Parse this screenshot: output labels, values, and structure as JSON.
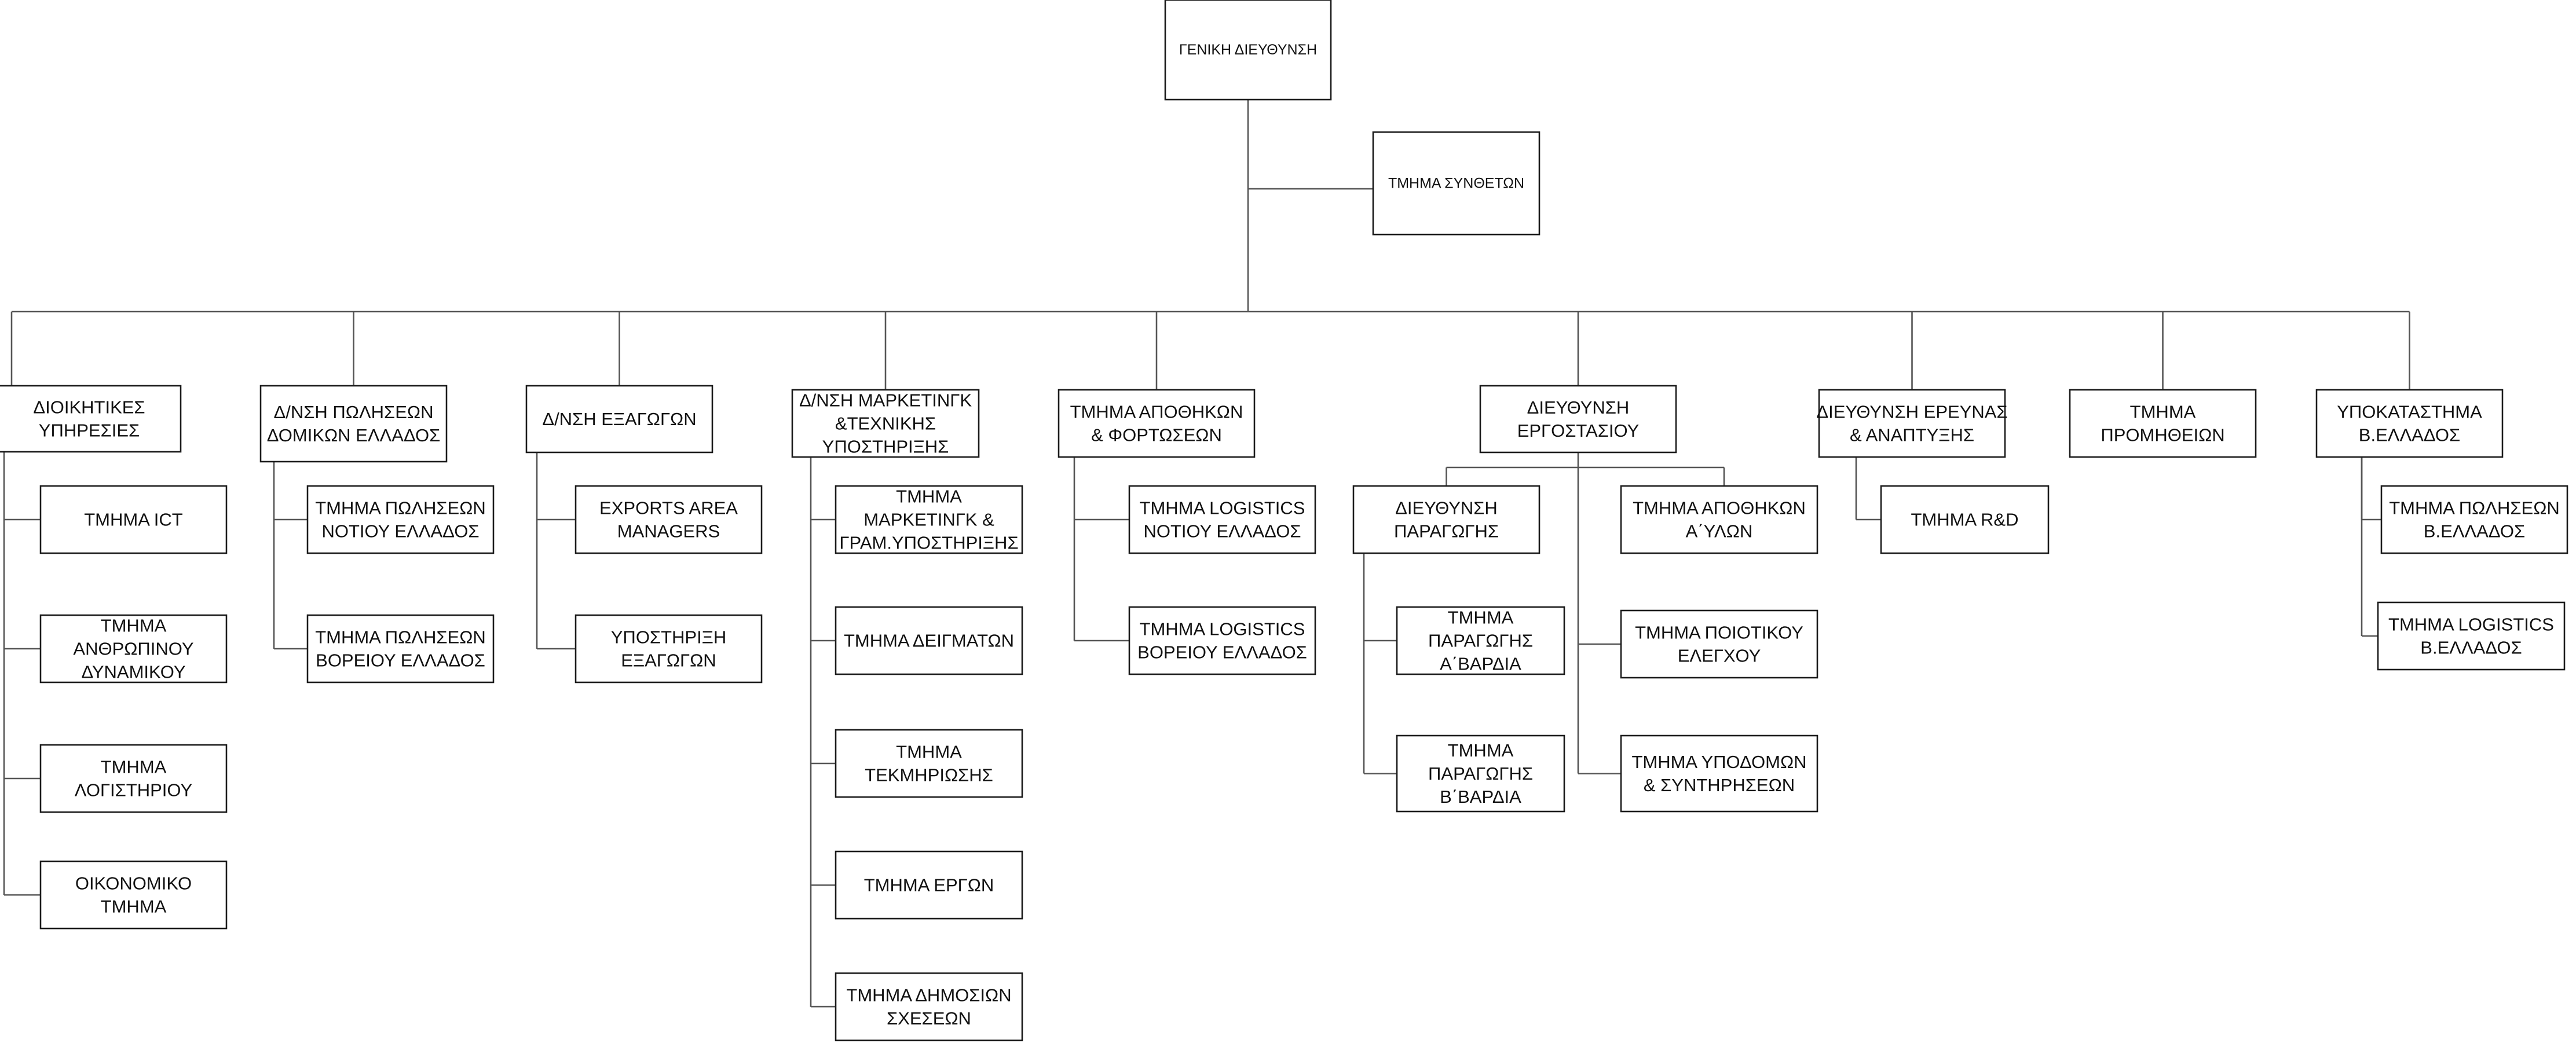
{
  "org_chart": {
    "root": {
      "lines": [
        "ΓΕΝΙΚΗ ΔΙΕΥΘΥΝΣΗ"
      ]
    },
    "staff": {
      "lines": [
        "ΤΜΗΜΑ ΣΥΝΘΕΤΩΝ"
      ]
    },
    "divisions": [
      {
        "id": "admin",
        "lines": [
          "ΔΙΟΙΚΗΤΙΚΕΣ",
          "ΥΠΗΡΕΣΙΕΣ"
        ],
        "children": [
          {
            "lines": [
              "ΤΜΗΜΑ ICT"
            ]
          },
          {
            "lines": [
              "ΤΜΗΜΑ",
              "ΑΝΘΡΩΠΙΝΟΥ",
              "ΔΥΝΑΜΙΚΟΥ"
            ]
          },
          {
            "lines": [
              "ΤΜΗΜΑ",
              "ΛΟΓΙΣΤΗΡΙΟΥ"
            ]
          },
          {
            "lines": [
              "ΟΙΚΟΝΟΜΙΚΟ",
              "ΤΜΗΜΑ"
            ]
          }
        ]
      },
      {
        "id": "sales-construction",
        "lines": [
          "Δ/ΝΣΗ ΠΩΛΗΣΕΩΝ",
          "ΔΟΜΙΚΩΝ ΕΛΛΑΔΟΣ"
        ],
        "children": [
          {
            "lines": [
              "ΤΜΗΜΑ ΠΩΛΗΣΕΩΝ",
              "ΝΟΤΙΟΥ ΕΛΛΑΔΟΣ"
            ]
          },
          {
            "lines": [
              "ΤΜΗΜΑ ΠΩΛΗΣΕΩΝ",
              "ΒΟΡΕΙΟΥ ΕΛΛΑΔΟΣ"
            ]
          }
        ]
      },
      {
        "id": "exports",
        "lines": [
          "Δ/ΝΣΗ ΕΞΑΓΩΓΩΝ"
        ],
        "children": [
          {
            "lines": [
              "EXPORTS AREA",
              "MANAGERS"
            ]
          },
          {
            "lines": [
              "ΥΠΟΣΤΗΡΙΞΗ",
              "ΕΞΑΓΩΓΩΝ"
            ]
          }
        ]
      },
      {
        "id": "marketing",
        "lines": [
          "Δ/ΝΣΗ ΜΑΡΚΕΤΙΝΓΚ",
          "&ΤΕΧΝΙΚΗΣ",
          "ΥΠΟΣΤΗΡΙΞΗΣ"
        ],
        "children": [
          {
            "lines": [
              "ΤΜΗΜΑ",
              "ΜΑΡΚΕΤΙΝΓΚ &",
              "ΓΡΑΜ.ΥΠΟΣΤΗΡΙΞΗΣ"
            ]
          },
          {
            "lines": [
              "ΤΜΗΜΑ ΔΕΙΓΜΑΤΩΝ"
            ]
          },
          {
            "lines": [
              "ΤΜΗΜΑ",
              "ΤΕΚΜΗΡΙΩΣΗΣ"
            ]
          },
          {
            "lines": [
              "ΤΜΗΜΑ ΕΡΓΩΝ"
            ]
          },
          {
            "lines": [
              "ΤΜΗΜΑ ΔΗΜΟΣΙΩΝ",
              "ΣΧΕΣΕΩΝ"
            ]
          }
        ]
      },
      {
        "id": "warehouses",
        "lines": [
          "ΤΜΗΜΑ ΑΠΟΘΗΚΩΝ",
          "& ΦΟΡΤΩΣΕΩΝ"
        ],
        "children": [
          {
            "lines": [
              "ΤΜΗΜΑ LOGISTICS",
              "ΝΟΤΙΟΥ ΕΛΛΑΔΟΣ"
            ]
          },
          {
            "lines": [
              "ΤΜΗΜΑ LOGISTICS",
              "ΒΟΡΕΙΟΥ ΕΛΛΑΔΟΣ"
            ]
          }
        ]
      },
      {
        "id": "factory",
        "lines": [
          "ΔΙΕΥΘΥΝΣΗ",
          "ΕΡΓΟΣΤΑΣΙΟΥ"
        ],
        "production": {
          "lines": [
            "ΔΙΕΥΘΥΝΣΗ",
            "ΠΑΡΑΓΩΓΗΣ"
          ],
          "children": [
            {
              "lines": [
                "ΤΜΗΜΑ",
                "ΠΑΡΑΓΩΓΗΣ",
                "Α΄ΒΑΡΔΙΑ"
              ]
            },
            {
              "lines": [
                "ΤΜΗΜΑ",
                "ΠΑΡΑΓΩΓΗΣ",
                "Β΄ΒΑΡΔΙΑ"
              ]
            }
          ]
        },
        "children": [
          {
            "lines": [
              "ΤΜΗΜΑ ΑΠΟΘΗΚΩΝ",
              "Α΄ΥΛΩΝ"
            ]
          },
          {
            "lines": [
              "ΤΜΗΜΑ ΠΟΙΟΤΙΚΟΥ",
              "ΕΛΕΓΧΟΥ"
            ]
          },
          {
            "lines": [
              "ΤΜΗΜΑ ΥΠΟΔΟΜΩΝ",
              "& ΣΥΝΤΗΡΗΣΕΩΝ"
            ]
          }
        ]
      },
      {
        "id": "rnd",
        "lines": [
          "ΔΙΕΥΘΥΝΣΗ ΕΡΕΥΝΑΣ",
          "& ΑΝΑΠΤΥΞΗΣ"
        ],
        "children": [
          {
            "lines": [
              "ΤΜΗΜΑ R&D"
            ]
          }
        ]
      },
      {
        "id": "procurement",
        "lines": [
          "ΤΜΗΜΑ",
          "ΠΡΟΜΗΘΕΙΩΝ"
        ],
        "children": []
      },
      {
        "id": "north-branch",
        "lines": [
          "ΥΠΟΚΑΤΑΣΤΗΜΑ",
          "Β.ΕΛΛΑΔΟΣ"
        ],
        "children": [
          {
            "lines": [
              "ΤΜΗΜΑ ΠΩΛΗΣΕΩΝ",
              "Β.ΕΛΛΑΔΟΣ"
            ]
          },
          {
            "lines": [
              "ΤΜΗΜΑ LOGISTICS",
              "Β.ΕΛΛΑΔΟΣ"
            ]
          }
        ]
      }
    ]
  }
}
